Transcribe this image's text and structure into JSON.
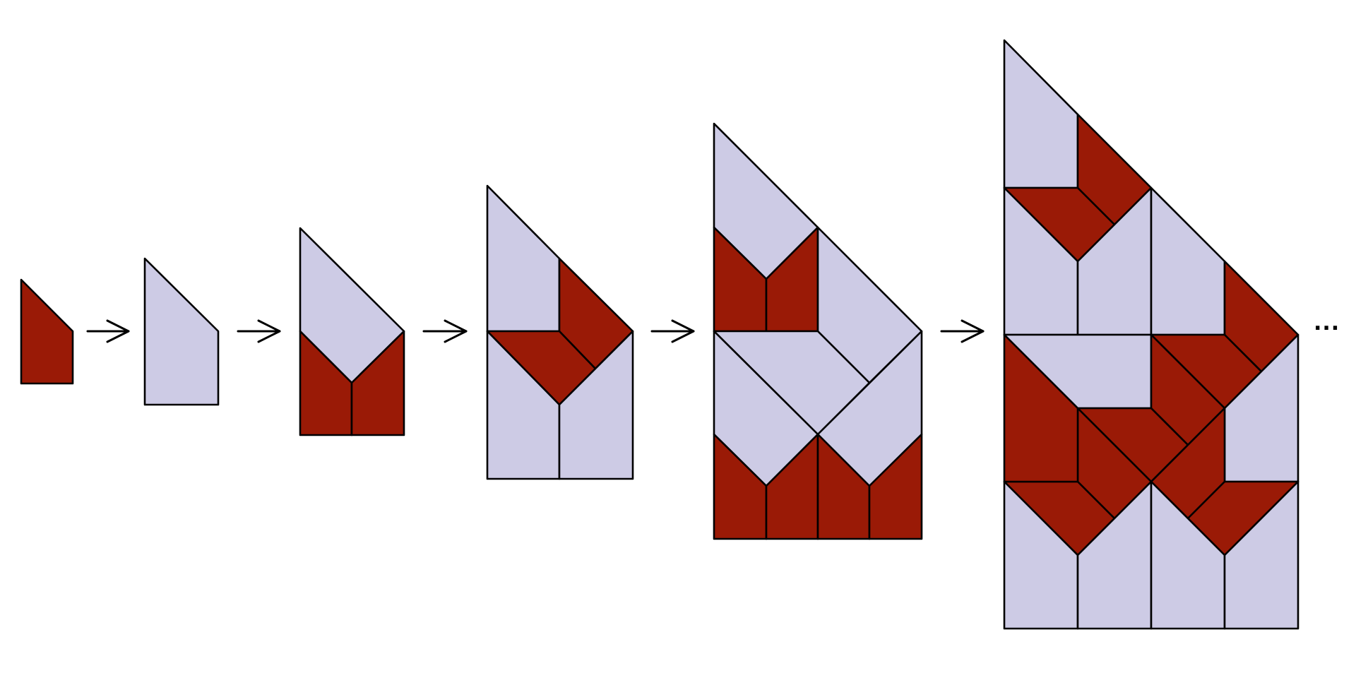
{
  "colors": {
    "red": "#9a1a06",
    "lavender": "#cdcbe5",
    "stroke": "#000000",
    "background": "#ffffff"
  },
  "diagram": {
    "stages": [
      {
        "tiles": [
          "red"
        ]
      },
      {
        "tiles": [
          "lavender"
        ]
      },
      {
        "tiles": [
          "lavender",
          "red",
          "red"
        ]
      },
      {
        "tiles": [
          "lavender",
          "red",
          "red",
          "lavender",
          "lavender"
        ]
      },
      {
        "tiles": [
          "lavender",
          "red",
          "red",
          "lavender",
          "lavender",
          "lavender",
          "lavender",
          "red",
          "red",
          "red",
          "red"
        ]
      },
      {
        "tiles": [
          "lavender",
          "red",
          "red",
          "lavender",
          "lavender",
          "lavender",
          "red",
          "red",
          "lavender",
          "red",
          "red",
          "red",
          "lavender",
          "red",
          "red",
          "red",
          "red",
          "lavender",
          "lavender",
          "lavender",
          "lavender"
        ]
      }
    ],
    "arrow_count": 5,
    "ellipsis": "..."
  }
}
